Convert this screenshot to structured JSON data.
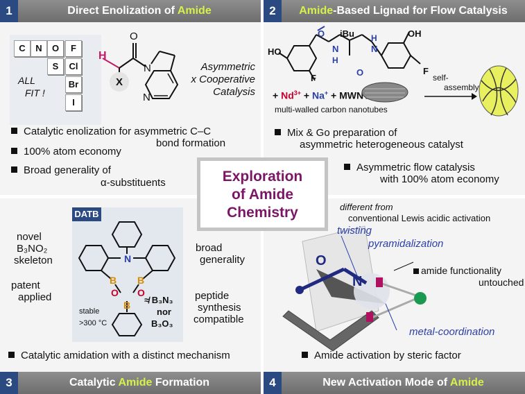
{
  "center": {
    "line1": "Exploration",
    "line2": "of Amide",
    "line3": "Chemistry"
  },
  "q1": {
    "num": "1",
    "title_pre": "Direct Enolization of ",
    "title_hl": "Amide",
    "table": {
      "c": "C",
      "n": "N",
      "o": "O",
      "f": "F",
      "s": "S",
      "cl": "Cl",
      "br": "Br",
      "i": "I",
      "all": "ALL",
      "fit": "FIT !"
    },
    "molecule": {
      "h": "H",
      "x": "X",
      "o": "O",
      "n1": "N",
      "n2": "N"
    },
    "catalysis": {
      "l1": "Asymmetric",
      "l2": "x Cooperative",
      "l3": "Catalysis"
    },
    "bullets": [
      {
        "l1": "Catalytic enolization for asymmetric C–C",
        "l2": "bond formation"
      },
      {
        "l1": "100% atom economy",
        "l2": ""
      },
      {
        "l1": "Broad generality of",
        "l2": "α-substituents"
      }
    ]
  },
  "q2": {
    "num": "2",
    "title_hl": "Amide",
    "title_post": "-Based Lignad for Flow Catalysis",
    "ligand": {
      "ho1": "HO",
      "oh2": "OH",
      "ibu": "iBu",
      "n1": "N",
      "h1": "H",
      "n2": "N",
      "h2": "H",
      "f1": "F",
      "f2": "F",
      "o1": "O",
      "o2": "O"
    },
    "reagents": {
      "plus1": "+",
      "nd": "Nd",
      "nd_charge": "3+",
      "plus2": "+",
      "na": "Na",
      "na_charge": "+",
      "plus3": "+",
      "mwnt": "MWNT"
    },
    "mwnt_label": "multi-walled carbon nanotubes",
    "self_assembly": {
      "l1": "self-",
      "l2": "assembly"
    },
    "bullets": [
      {
        "l1": "Mix & Go preparation of",
        "l2": "asymmetric heterogeneous catalyst"
      },
      {
        "l1": "Asymmetric flow catalysis",
        "l2": "with 100% atom economy"
      }
    ]
  },
  "q3": {
    "num": "3",
    "title_pre": "Catalytic ",
    "title_hl": "Amide",
    "title_post": " Formation",
    "datb": "DATB",
    "atoms": {
      "n": "N",
      "b1": "B",
      "b2": "B",
      "b3": "B",
      "o1": "O",
      "o2": "O"
    },
    "novel": {
      "l1": "novel",
      "l2": "B₃NO₂",
      "l3": "skeleton"
    },
    "patent": {
      "l1": "patent",
      "l2": "applied"
    },
    "broad": {
      "l1": "broad",
      "l2": "generality"
    },
    "peptide": {
      "l1": "peptide",
      "l2": "synthesis",
      "l3": "compatible"
    },
    "stable": {
      "l1": "stable",
      "l2": ">300 °C"
    },
    "not_equal": {
      "l1": "≉ B₃N₃",
      "l2": "nor",
      "l3": "B₃O₃"
    },
    "bullet": "Catalytic amidation with a distinct mechanism"
  },
  "q4": {
    "num": "4",
    "title_pre": "New Activation Mode of ",
    "title_hl": "Amide",
    "different": {
      "l1": "different from",
      "l2": "conventional Lewis acidic activation"
    },
    "labels": {
      "twisting": "twisting",
      "pyramidalization": "pyramidalization",
      "metal": "metal-coordination"
    },
    "atoms": {
      "o": "O",
      "n": "N"
    },
    "untouched": {
      "l1": "amide functionality",
      "l2": "untouched"
    },
    "bullet": "Amide activation by steric factor"
  },
  "colors": {
    "accent": "#d8f04a",
    "center_text": "#7a1665",
    "number_box": "#2b4a82",
    "blue_label": "#2a3fa8",
    "nd_red": "#c8002a"
  }
}
